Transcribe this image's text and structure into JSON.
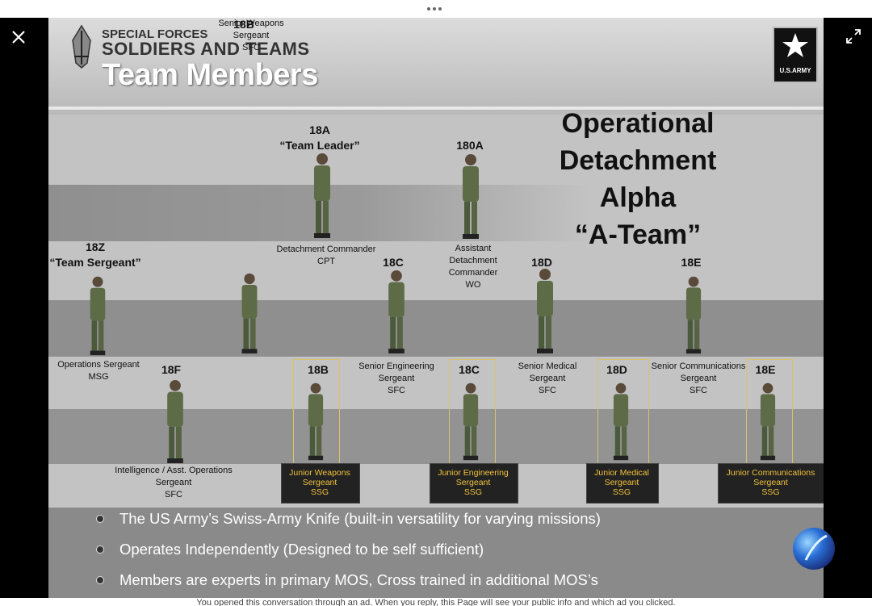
{
  "viewer": {
    "close_icon": "close-icon",
    "expand_icon": "expand-icon",
    "menu_icon": "more-dots-icon"
  },
  "slide": {
    "header": {
      "line1": "SPECIAL FORCES",
      "line2": "SOLDIERS AND TEAMS",
      "title": "Team Members",
      "logo_text": "U.S.ARMY"
    },
    "oda_title": [
      "Operational",
      "Detachment",
      "Alpha",
      "“A-Team”"
    ],
    "members": [
      {
        "code": "18A",
        "nick": "“Team Leader”",
        "role": [
          "Detachment Commander",
          "CPT"
        ]
      },
      {
        "code": "180A",
        "nick": "",
        "role": [
          "Assistant",
          "Detachment",
          "Commander",
          "WO"
        ]
      },
      {
        "code": "18Z",
        "nick": "“Team Sergeant”",
        "role": [
          "Operations Sergeant",
          "MSG"
        ]
      },
      {
        "code": "18B",
        "nick": "",
        "role": [
          "Senior Weapons",
          "Sergeant",
          "SFC"
        ]
      },
      {
        "code": "18C",
        "nick": "",
        "role": [
          "Senior Engineering",
          "Sergeant",
          "SFC"
        ]
      },
      {
        "code": "18D",
        "nick": "",
        "role": [
          "Senior Medical",
          "Sergeant",
          "SFC"
        ]
      },
      {
        "code": "18E",
        "nick": "",
        "role": [
          "Senior Communications",
          "Sergeant",
          "SFC"
        ]
      },
      {
        "code": "18F",
        "nick": "",
        "role": [
          "Intelligence / Asst. Operations",
          "Sergeant",
          "SFC"
        ]
      }
    ],
    "juniors": [
      {
        "code": "18B",
        "role": [
          "Junior Weapons",
          "Sergeant",
          "SSG"
        ]
      },
      {
        "code": "18C",
        "role": [
          "Junior Engineering",
          "Sergeant",
          "SSG"
        ]
      },
      {
        "code": "18D",
        "role": [
          "Junior Medical",
          "Sergeant",
          "SSG"
        ]
      },
      {
        "code": "18E",
        "role": [
          "Junior Communications",
          "Sergeant",
          "SSG"
        ]
      }
    ],
    "bullets": [
      "The US Army’s Swiss-Army Knife (built-in versatility for varying missions)",
      "Operates Independently (Designed to be self sufficient)",
      "Members are experts in primary MOS,  Cross trained in additional MOS’s"
    ]
  },
  "footer": {
    "notice": "You opened this conversation through an ad. When you reply, this Page will see your public info and which ad you clicked."
  }
}
